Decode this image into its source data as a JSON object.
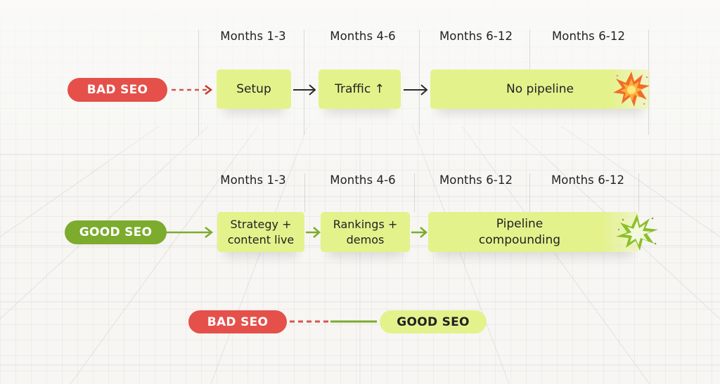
{
  "colors": {
    "bad": "#e5504a",
    "good": "#7cab2e",
    "box": "#e4f28c",
    "arrow_dark": "#2a2a2a",
    "arrow_good": "#7cab2e"
  },
  "bad_row": {
    "label": "BAD SEO",
    "months": [
      "Months 1-3",
      "Months 4-6",
      "Months 6-12",
      "Months 6-12"
    ],
    "steps": [
      {
        "label": "Setup"
      },
      {
        "label": "Traffic ↑"
      },
      {
        "label": "No pipeline"
      }
    ],
    "end_icon": "explosion-icon"
  },
  "good_row": {
    "label": "GOOD SEO",
    "months": [
      "Months 1-3",
      "Months 4-6",
      "Months 6-12",
      "Months 6-12"
    ],
    "steps": [
      {
        "label": "Strategy +\ncontent live"
      },
      {
        "label": "Rankings +\ndemos"
      },
      {
        "label": "Pipeline\ncompounding"
      }
    ],
    "end_icon": "starburst-icon"
  },
  "legend": {
    "bad_label": "BAD SEO",
    "good_label": "GOOD SEO"
  }
}
